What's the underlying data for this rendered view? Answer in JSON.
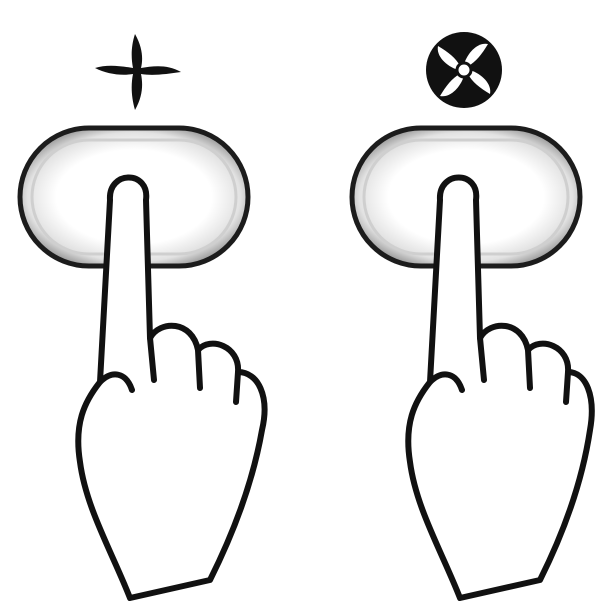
{
  "diagram": {
    "panels": [
      {
        "id": "left",
        "symbol": "propeller-icon",
        "control": "button",
        "gesture": "press"
      },
      {
        "id": "right",
        "symbol": "fan-icon",
        "control": "button",
        "gesture": "press"
      }
    ],
    "colors": {
      "ink": "#111111",
      "button_glow_inner": "#ffffff",
      "button_glow_outer": "#bdbdbd",
      "background": "#ffffff"
    }
  }
}
